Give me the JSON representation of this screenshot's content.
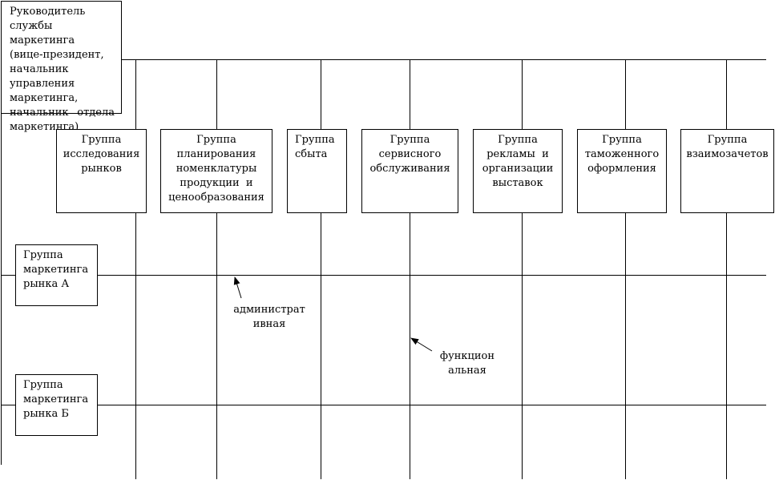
{
  "head": {
    "lines": [
      "Руководитель",
      "службы маркетинга",
      "(вице-президент,",
      "начальник",
      "управления",
      "маркетинга,"
    ],
    "last_line_words": [
      "начальник",
      "отдела"
    ],
    "tail": "маркетинга)"
  },
  "groups": [
    {
      "lines": [
        "Группа",
        "исследования",
        "рынков"
      ]
    },
    {
      "lines": [
        "Группа",
        "планирования",
        "номенклатуры",
        "продукции  и",
        "ценообразования"
      ]
    },
    {
      "lines": [
        "Группа",
        "сбыта"
      ]
    },
    {
      "lines": [
        "Группа",
        "сервисного",
        "обслуживания"
      ]
    },
    {
      "lines": [
        "Группа",
        "рекламы  и",
        "организации",
        "выставок"
      ]
    },
    {
      "lines": [
        "Группа",
        "таможенного",
        "оформления"
      ]
    },
    {
      "lines": [
        "Группа",
        "взаимозачетов"
      ]
    }
  ],
  "markets": [
    {
      "lines": [
        "Группа",
        "маркетинга",
        "рынка А"
      ]
    },
    {
      "lines": [
        "Группа",
        "маркетинга",
        "рынка Б"
      ]
    }
  ],
  "labels": {
    "admin": [
      "администрат",
      "ивная"
    ],
    "func": [
      "функцион",
      "альная"
    ]
  }
}
